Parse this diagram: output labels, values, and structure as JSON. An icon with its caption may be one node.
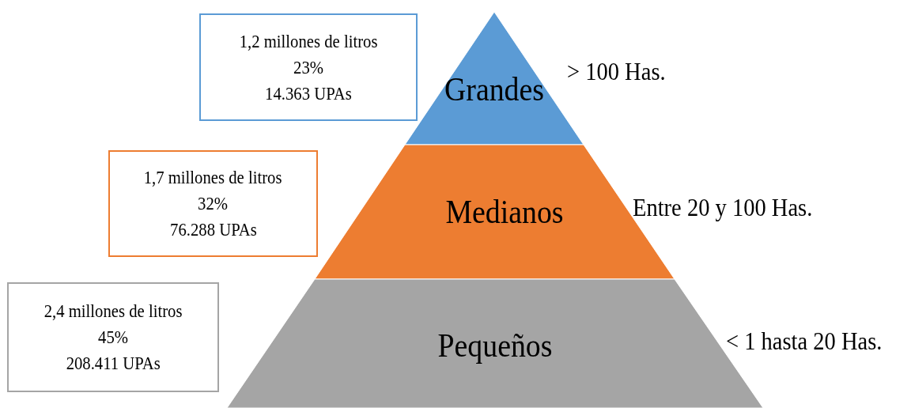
{
  "diagram": {
    "nodes": [
      {
        "text": [
          "1,2 millones de litros",
          "23%",
          "14.363 UPAs"
        ]
      },
      {
        "text": [
          "Grandes"
        ],
        "beside": [
          "> 100 Has."
        ]
      },
      {
        "text": [
          "1,7 millones de litros",
          "32%",
          "76.288 UPAs"
        ]
      },
      {
        "text": [
          "Medianos"
        ],
        "beside": [
          "Entre 20 y 100 Has."
        ]
      },
      {
        "text": [
          "2,4 millones de litros",
          "45%",
          "208.411 UPAs"
        ]
      },
      {
        "text": [
          "Pequeños"
        ],
        "beside": [
          "< 1 hasta 20 Has."
        ]
      }
    ]
  }
}
